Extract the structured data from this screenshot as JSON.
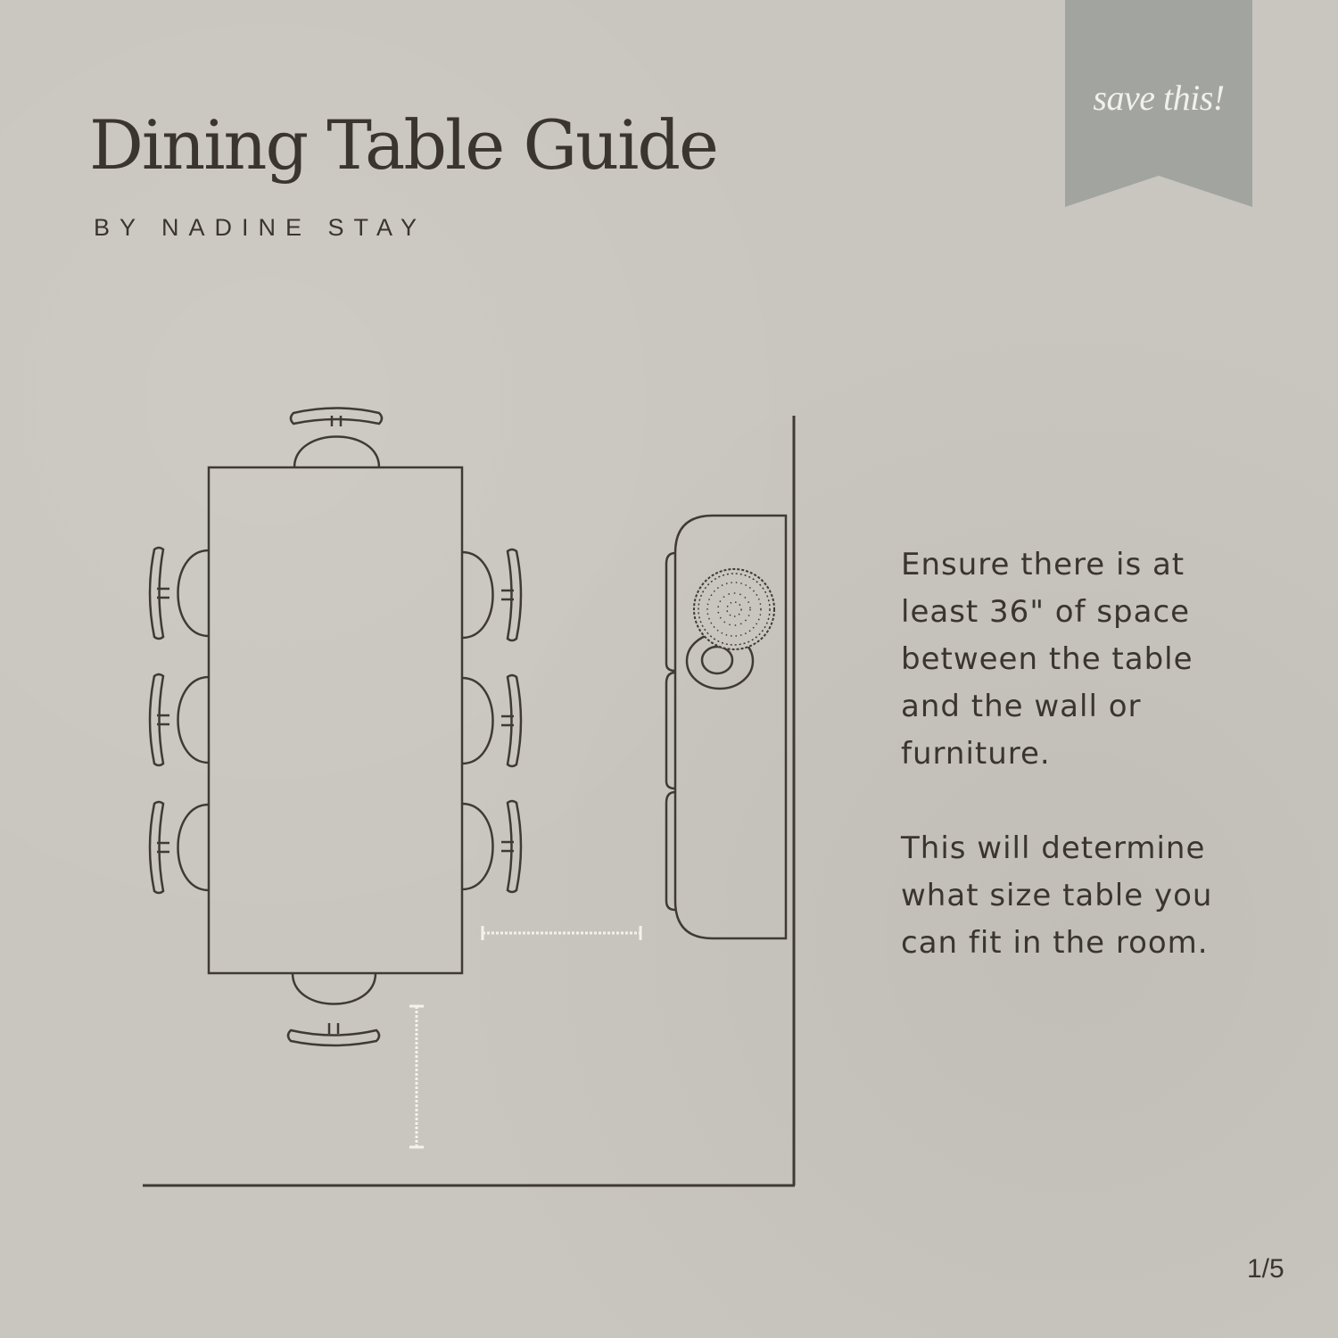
{
  "title": "Dining Table Guide",
  "byline": "BY NADINE STAY",
  "ribbon": {
    "label": "save this!"
  },
  "guide_text": {
    "paragraph_1": "Ensure there is at least 36\" of space between the table and the wall or furniture.",
    "paragraph_2": "This will determine what size table you can fit in the room."
  },
  "page_indicator": "1/5",
  "colors": {
    "background": "#c9c6bf",
    "ink": "#3b352f",
    "ribbon": "#a2a49f",
    "measure": "#f4f2ee"
  }
}
